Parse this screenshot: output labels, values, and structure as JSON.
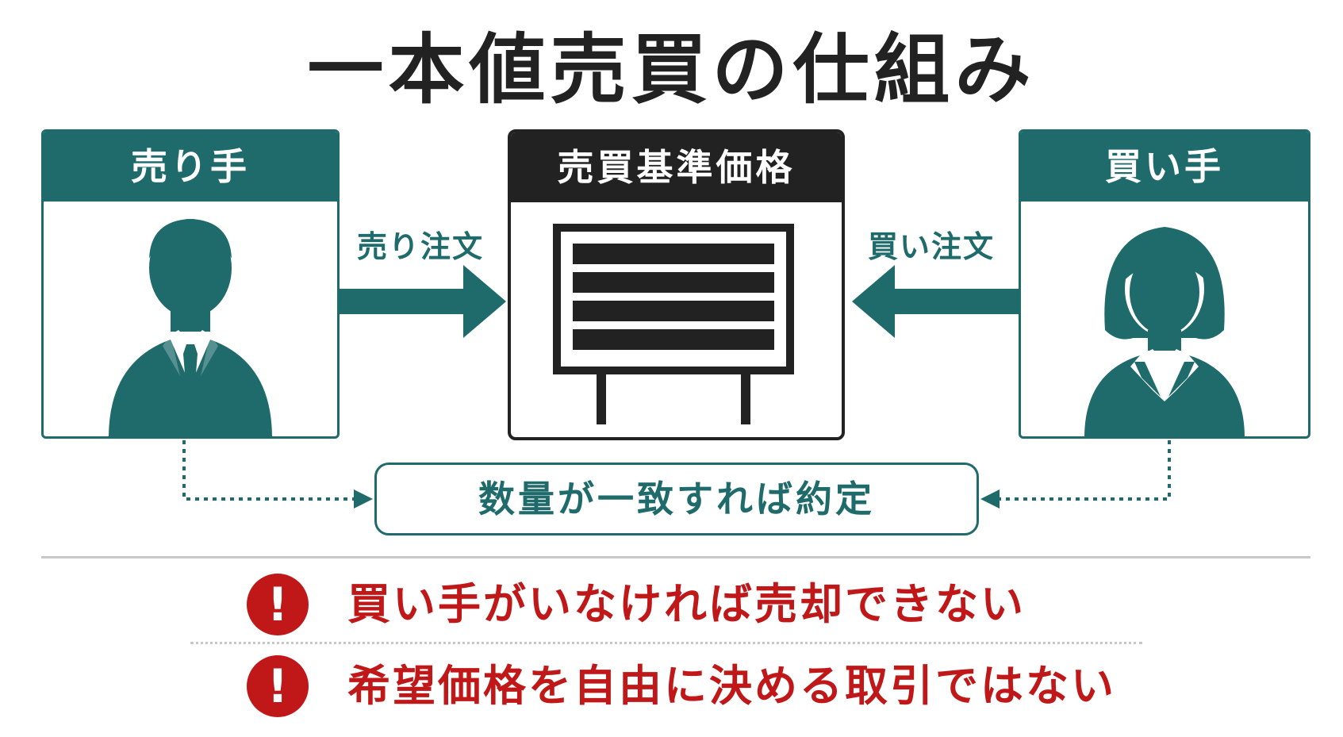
{
  "title": "一本値売買の仕組み",
  "seller": {
    "label": "売り手",
    "icon": "male-businessperson-icon"
  },
  "buyer": {
    "label": "買い手",
    "icon": "female-businessperson-icon"
  },
  "board": {
    "label": "売買基準価格",
    "icon": "price-board-icon"
  },
  "sell_order": {
    "label": "売り注文"
  },
  "buy_order": {
    "label": "買い注文"
  },
  "match": {
    "label": "数量が一致すれば約定"
  },
  "warnings": [
    {
      "icon": "exclamation-icon",
      "text": "買い手がいなければ売却できない"
    },
    {
      "icon": "exclamation-icon",
      "text": "希望価格を自由に決める取引ではない"
    }
  ],
  "colors": {
    "teal": "#1f6b6b",
    "dark": "#222222",
    "warning_red": "#c01818",
    "divider": "#c8c8c8"
  }
}
